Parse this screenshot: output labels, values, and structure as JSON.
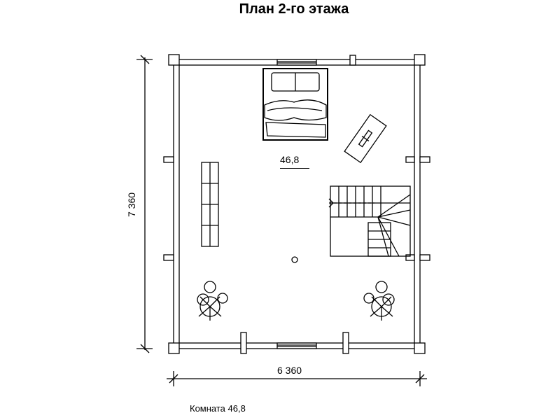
{
  "title": "План 2-го этажа",
  "room_area": "46,8",
  "dimensions": {
    "width": "6 360",
    "height": "7 360"
  },
  "legend": "Комната 46,8"
}
